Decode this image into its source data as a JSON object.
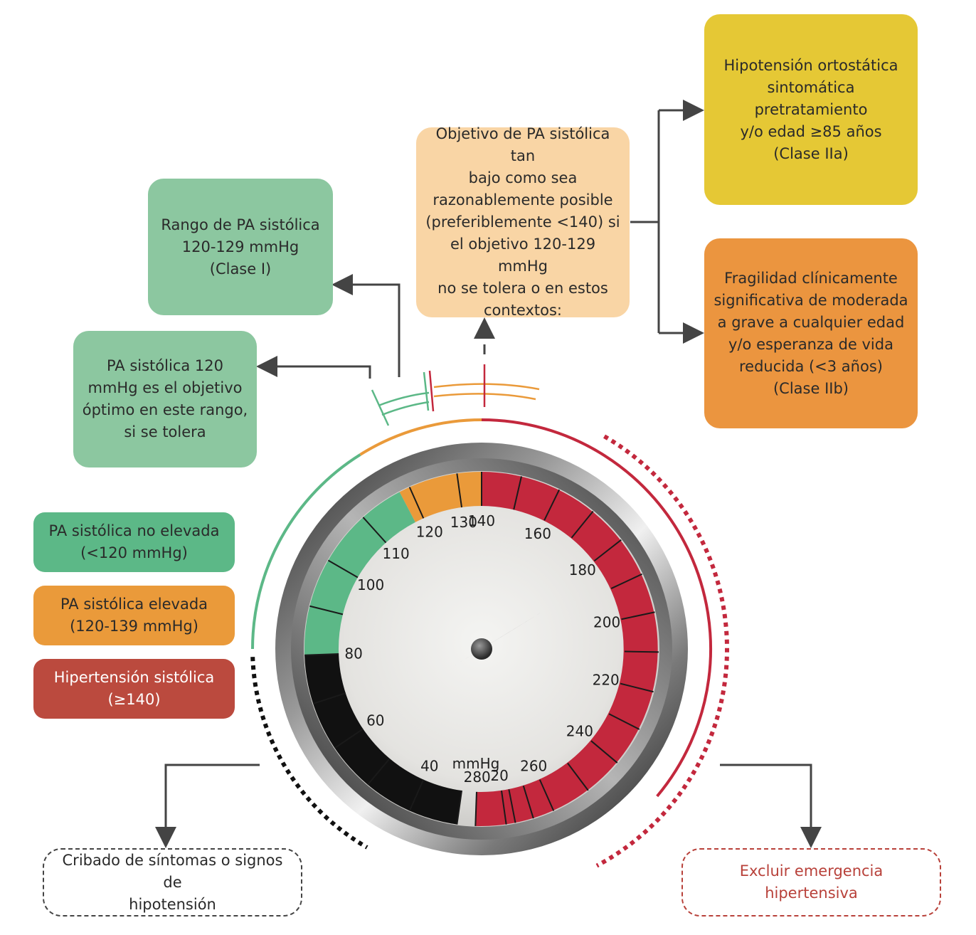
{
  "boxes": {
    "range_class1": "Rango de PA sistólica\n120-129 mmHg\n(Clase I)",
    "optimal_120": "PA sistólica 120\nmmHg es el objetivo\nóptimo en este rango,\nsi se tolera",
    "target_low": "Objetivo de PA sistólica tan\nbajo como sea\nrazonablemente posible\n(preferiblemente <140) si\nel objetivo 120-129 mmHg\nno se tolera o en estos\ncontextos:",
    "hypotension_ortho": "Hipotensión ortostática\nsintomática pretratamiento\ny/o edad ≥85 años\n(Clase IIa)",
    "frailty": "Fragilidad clínicamente\nsignificativa de moderada\na grave a cualquier edad\ny/o esperanza de vida\nreducida (<3 años)\n(Clase IIb)",
    "screening": "Cribado de síntomas o signos de\nhipotensión",
    "exclude_emergency": "Excluir emergencia hipertensiva"
  },
  "legend": [
    {
      "label": "PA sistólica no elevada\n(<120 mmHg)",
      "color": "#5cb887"
    },
    {
      "label": "PA sistólica elevada\n(120-139 mmHg)",
      "color": "#ea9a3a"
    },
    {
      "label": "Hipertensión sistólica\n(≥140)",
      "color": "#bb4a3e"
    }
  ],
  "gauge": {
    "unit": "mmHg",
    "labels": [
      "20",
      "40",
      "60",
      "80",
      "100",
      "110",
      "120",
      "130",
      "140",
      "160",
      "180",
      "200",
      "220",
      "240",
      "260",
      "280"
    ],
    "needle_value": 185
  },
  "colors": {
    "green": "#5cb887",
    "green_box": "#8cc7a0",
    "orange": "#ea9a3a",
    "peach_box": "#f9d5a5",
    "yellow_box": "#e5c835",
    "orange_box": "#eb953f",
    "red": "#c3283d",
    "red_text": "#b8413a",
    "arrow": "#444444"
  }
}
